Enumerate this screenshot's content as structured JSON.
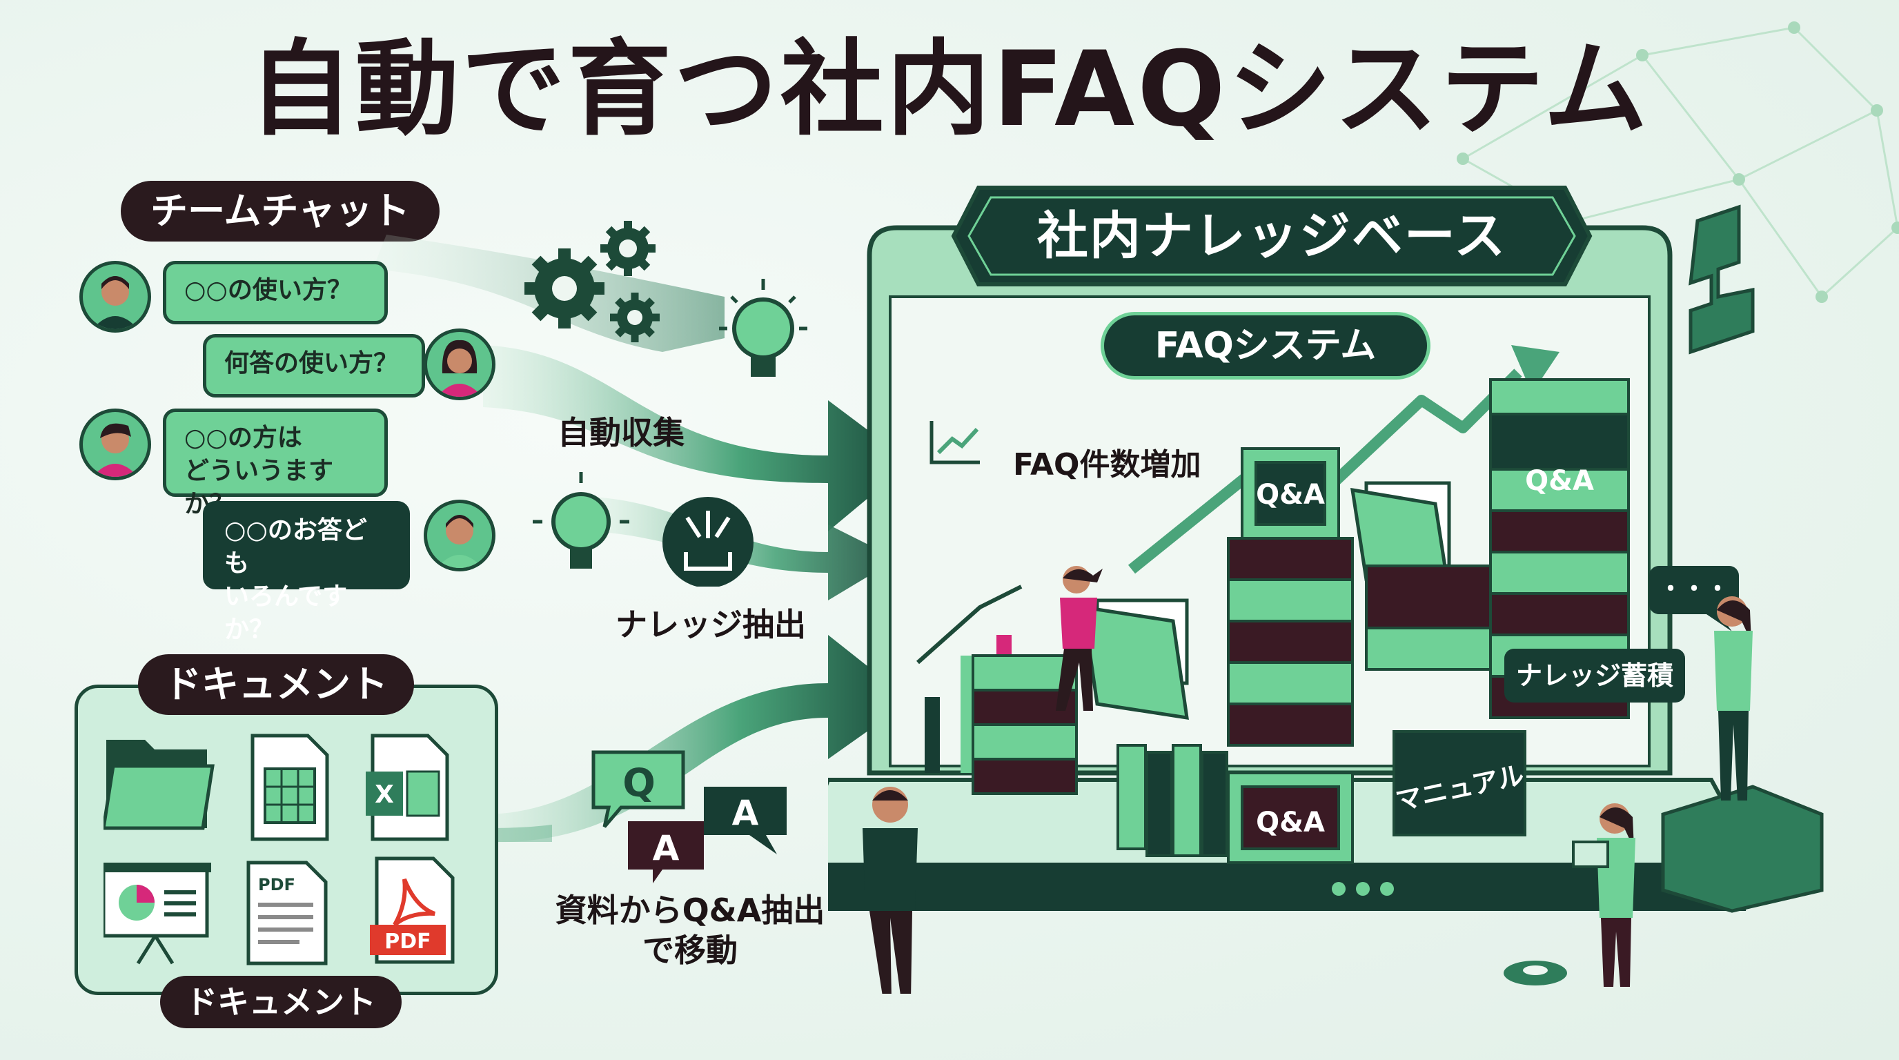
{
  "title": "自動で育つ社内FAQシステム",
  "team_chat": {
    "heading": "チームチャット",
    "messages": [
      {
        "text": "○○の使い方？"
      },
      {
        "text": "何答の使い方？"
      },
      {
        "text": "○○の方は\nどういうますか？"
      },
      {
        "text": "○○のお答ども\nいろんですか？"
      }
    ]
  },
  "documents": {
    "heading_top": "ドキュメント",
    "heading_bottom": "ドキュメント",
    "pdf_badge": "PDF",
    "pdf_doc_label": "PDF",
    "excel_letter": "X"
  },
  "flows": {
    "auto_collect": "自動収集",
    "knowledge_extract": "ナレッジ抽出",
    "qa_extract": "資料からQ&A抽出\nで移動",
    "q_letter": "Q",
    "a_letter": "A"
  },
  "knowledge_base": {
    "banner": "社内ナレッジベース",
    "system_label": "FAQシステム",
    "growth_label": "FAQ件数増加",
    "accumulate_label": "ナレッジ蓄積",
    "box_qa": "Q&A",
    "manual": "マニュアル",
    "ellipsis": "・・・"
  },
  "colors": {
    "accent": "#6fd197",
    "dark_green": "#173d33",
    "ink": "#241418",
    "maroon": "#3a1a24",
    "magenta": "#d6287a"
  }
}
